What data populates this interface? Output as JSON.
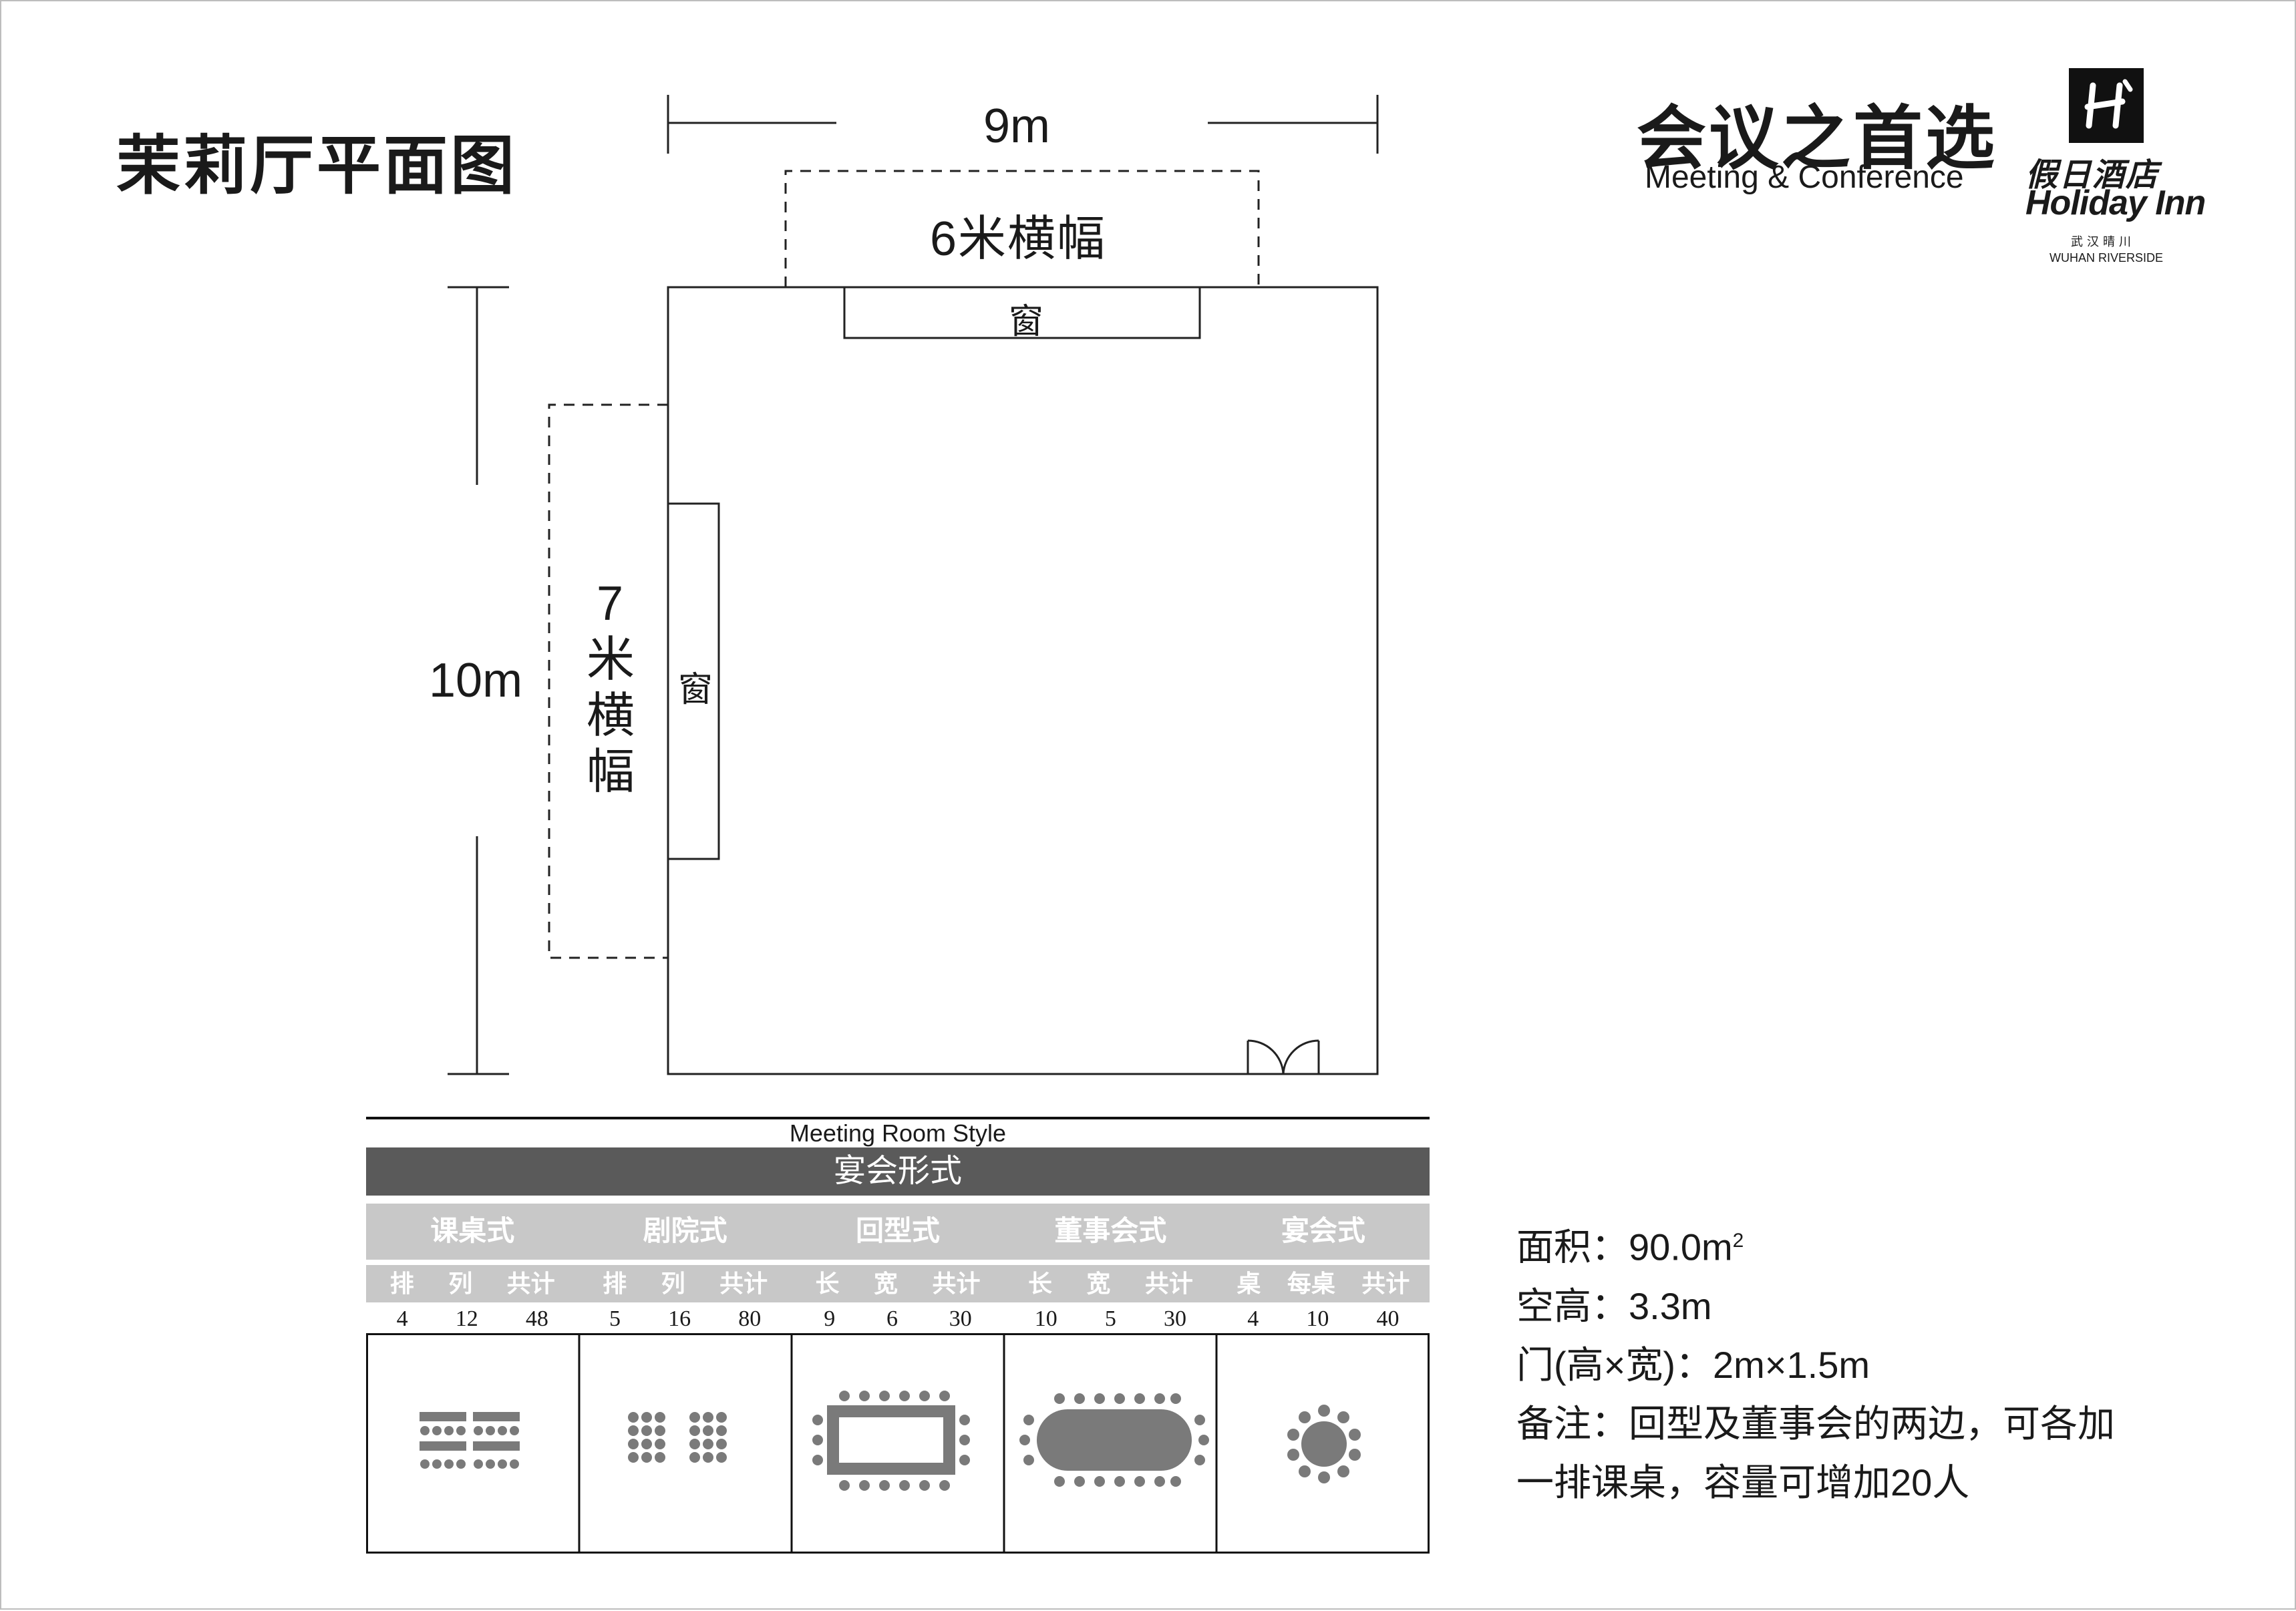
{
  "page_title": "茉莉厅平面图",
  "logo": {
    "slogan_cn": "会议之首选",
    "slogan_en": "Meeting & Conference",
    "brand_cn": "假日酒店",
    "brand_en": "Holiday Inn",
    "location_cn": "武汉晴川",
    "location_en": "WUHAN RIVERSIDE"
  },
  "floor_plan": {
    "width_label": "9m",
    "height_label": "10m",
    "top_banner": "6米横幅",
    "left_banner": "7米横幅",
    "window_top": "窗",
    "window_left": "窗"
  },
  "table": {
    "caption": "Meeting Room Style",
    "header": "宴会形式",
    "styles": [
      {
        "name": "课桌式",
        "cols": [
          "排",
          "列",
          "共计"
        ],
        "values": [
          "4",
          "12",
          "48"
        ],
        "icon": "classroom-layout-icon"
      },
      {
        "name": "剧院式",
        "cols": [
          "排",
          "列",
          "共计"
        ],
        "values": [
          "5",
          "16",
          "80"
        ],
        "icon": "theater-layout-icon"
      },
      {
        "name": "回型式",
        "cols": [
          "长",
          "宽",
          "共计"
        ],
        "values": [
          "9",
          "6",
          "30"
        ],
        "icon": "hollow-square-layout-icon"
      },
      {
        "name": "董事会式",
        "cols": [
          "长",
          "宽",
          "共计"
        ],
        "values": [
          "10",
          "5",
          "30"
        ],
        "icon": "boardroom-layout-icon"
      },
      {
        "name": "宴会式",
        "cols": [
          "桌",
          "每桌",
          "共计"
        ],
        "values": [
          "4",
          "10",
          "40"
        ],
        "icon": "banquet-layout-icon"
      }
    ]
  },
  "specs": {
    "area": "面积：90.0m",
    "area_sup": "2",
    "height": "空高：3.3m",
    "door": "门(高×宽)：2m×1.5m",
    "note_line1": "备注：回型及董事会的两边，可各加",
    "note_line2": "一排课桌，容量可增加20人"
  },
  "colors": {
    "header_bg": "#5a5a5a",
    "row_bg": "#c8c8c8",
    "icon_gray": "#7a7a7a"
  }
}
